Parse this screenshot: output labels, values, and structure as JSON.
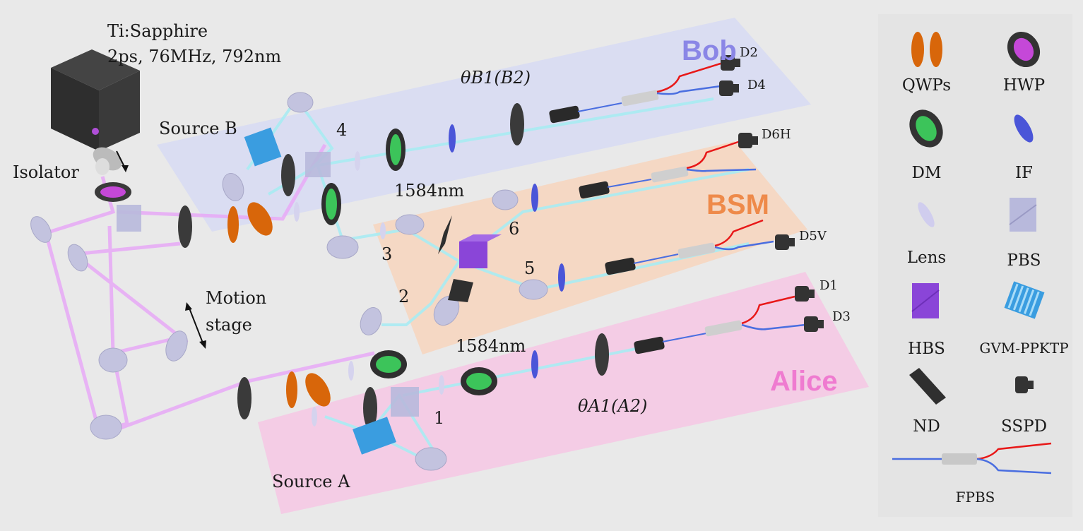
{
  "laser": {
    "name": "Ti:Sapphire",
    "specs": "2ps, 76MHz, 792nm"
  },
  "labels": {
    "isolator": "Isolator",
    "motion_stage_line1": "Motion",
    "motion_stage_line2": "stage",
    "source_a": "Source A",
    "source_b": "Source B",
    "wavelength_top": "1584nm",
    "wavelength_bottom": "1584nm",
    "theta_b": "θB1(B2)",
    "theta_a": "θA1(A2)"
  },
  "zones": {
    "bob": "Bob",
    "bsm": "BSM",
    "alice": "Alice"
  },
  "zone_colors": {
    "bob": "#d8dcf3",
    "bsm": "#f6d6c0",
    "alice": "#f5c9e4",
    "bob_text": "#8a86e6",
    "bsm_text": "#ee8a4a",
    "alice_text": "#ef7bd0"
  },
  "detectors": {
    "d1": "D1",
    "d2": "D2",
    "d3": "D3",
    "d4": "D4",
    "d5v": "D5V",
    "d6h": "D6H"
  },
  "points": {
    "p1": "1",
    "p2": "2",
    "p3": "3",
    "p4": "4",
    "p5": "5",
    "p6": "6"
  },
  "legend": {
    "qwps": "QWPs",
    "hwp": "HWP",
    "dm": "DM",
    "if": "IF",
    "lens": "Lens",
    "pbs": "PBS",
    "hbs": "HBS",
    "gvm": "GVM-PPKTP",
    "nd": "ND",
    "sspd": "SSPD",
    "fpbs": "FPBS"
  }
}
